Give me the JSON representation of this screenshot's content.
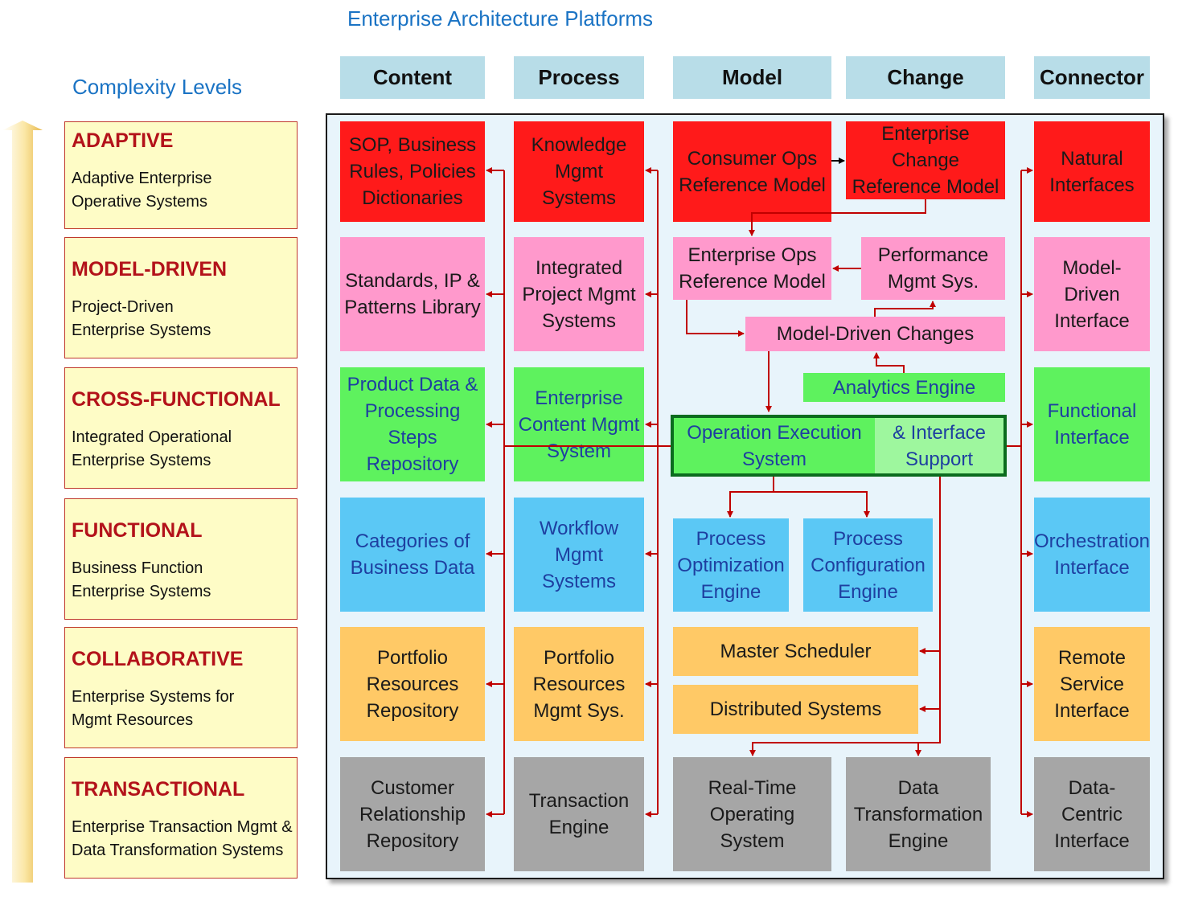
{
  "title": "Enterprise Architecture Platforms",
  "complexity_title": "Complexity Levels",
  "columns": [
    "Content",
    "Process",
    "Model",
    "Change",
    "Connector"
  ],
  "levels": [
    {
      "title": "ADAPTIVE",
      "desc": "Adaptive Enterprise\nOperative Systems"
    },
    {
      "title": "MODEL-DRIVEN",
      "desc": "Project-Driven\nEnterprise Systems"
    },
    {
      "title": "CROSS-FUNCTIONAL",
      "desc": "Integrated Operational\nEnterprise Systems"
    },
    {
      "title": "FUNCTIONAL",
      "desc": "Business Function\nEnterprise Systems"
    },
    {
      "title": "COLLABORATIVE",
      "desc": "Enterprise Systems for\nMgmt Resources"
    },
    {
      "title": "TRANSACTIONAL",
      "desc": "Enterprise Transaction Mgmt &\nData Transformation Systems"
    }
  ],
  "content": [
    "SOP, Business\nRules, Policies\nDictionaries",
    "Standards, IP &\nPatterns Library",
    "Product Data &\nProcessing\nSteps\nRepository",
    "Categories of\nBusiness Data",
    "Portfolio\nResources\nRepository",
    "Customer\nRelationship\nRepository"
  ],
  "process": [
    "Knowledge\nMgmt\nSystems",
    "Integrated\nProject Mgmt\nSystems",
    "Enterprise\nContent Mgmt\nSystem",
    "Workflow\nMgmt\nSystems",
    "Portfolio\nResources\nMgmt Sys.",
    "Transaction\nEngine"
  ],
  "model": {
    "consumer_ops": "Consumer Ops\nReference  Model",
    "enterprise_change": "Enterprise\nChange\nReference Model",
    "enterprise_ops": "Enterprise Ops\nReference Model",
    "performance": "Performance\nMgmt Sys.",
    "model_driven_changes": "Model-Driven Changes",
    "analytics": "Analytics Engine",
    "operation_execution": "Operation Execution\nSystem",
    "interface_support": "& Interface\nSupport",
    "process_optimization": "Process\nOptimization\nEngine",
    "process_configuration": "Process\nConfiguration\nEngine",
    "master_scheduler": "Master Scheduler",
    "distributed": "Distributed Systems",
    "realtime_os": "Real-Time\nOperating\nSystem",
    "data_transformation": "Data\nTransformation\nEngine"
  },
  "connector": [
    "Natural\nInterfaces",
    "Model-\nDriven\nInterface",
    "Functional\nInterface",
    "Orchestration\nInterface",
    "Remote\nService\nInterface",
    "Data-\nCentric\nInterface"
  ],
  "colors": {
    "adaptive": "#ff1a1a",
    "model_driven": "#ff99cc",
    "cross_functional": "#5ef25e",
    "functional": "#5bc8f5",
    "collaborative": "#ffc966",
    "transactional": "#a6a6a6",
    "connector_line": "#c00000"
  }
}
